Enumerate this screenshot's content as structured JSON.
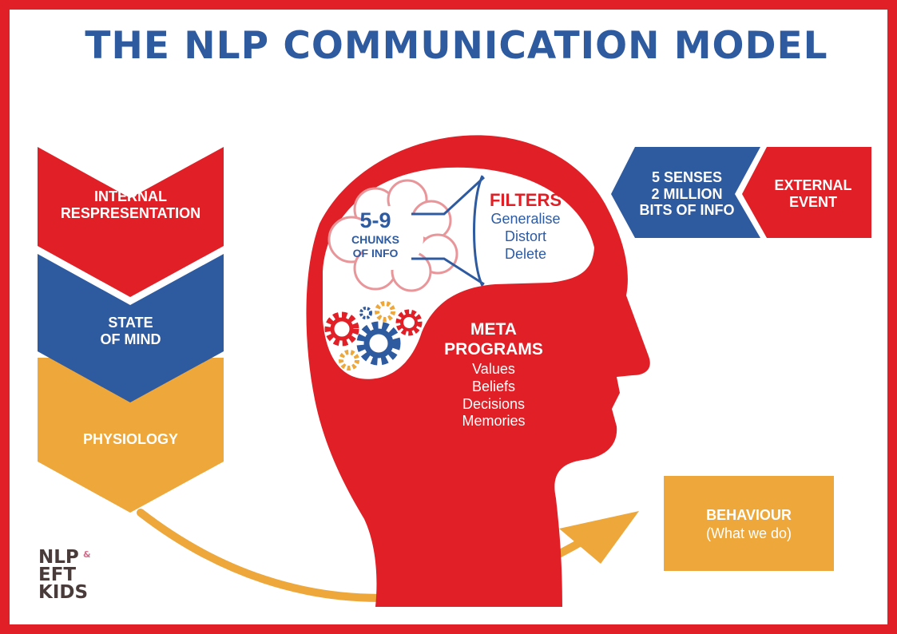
{
  "title": "THE NLP COMMUNICATION MODEL",
  "colors": {
    "red": "#e01f26",
    "blue": "#2e5aa0",
    "orange": "#eda73a",
    "cloud_pink": "#e8969a",
    "white": "#ffffff"
  },
  "left_stack": {
    "internal": [
      "INTERNAL",
      "RESPRESENTATION"
    ],
    "state": [
      "STATE",
      "OF MIND"
    ],
    "physiology": "PHYSIOLOGY"
  },
  "top_right": {
    "senses": [
      "5 SENSES",
      "2 MILLION",
      "BITS OF INFO"
    ],
    "event": [
      "EXTERNAL",
      "EVENT"
    ]
  },
  "head": {
    "chunks_number": "5-9",
    "chunks": [
      "CHUNKS",
      "OF INFO"
    ],
    "filters_title": "FILTERS",
    "filters": [
      "Generalise",
      "Distort",
      "Delete"
    ],
    "meta_title": [
      "META",
      "PROGRAMS"
    ],
    "meta_items": [
      "Values",
      "Beliefs",
      "Decisions",
      "Memories"
    ]
  },
  "behaviour": {
    "label": "BEHAVIOUR",
    "sub": "(What we do)"
  },
  "logo": {
    "lines": [
      "NLP",
      "EFT",
      "KIDS"
    ],
    "amp": "&"
  }
}
